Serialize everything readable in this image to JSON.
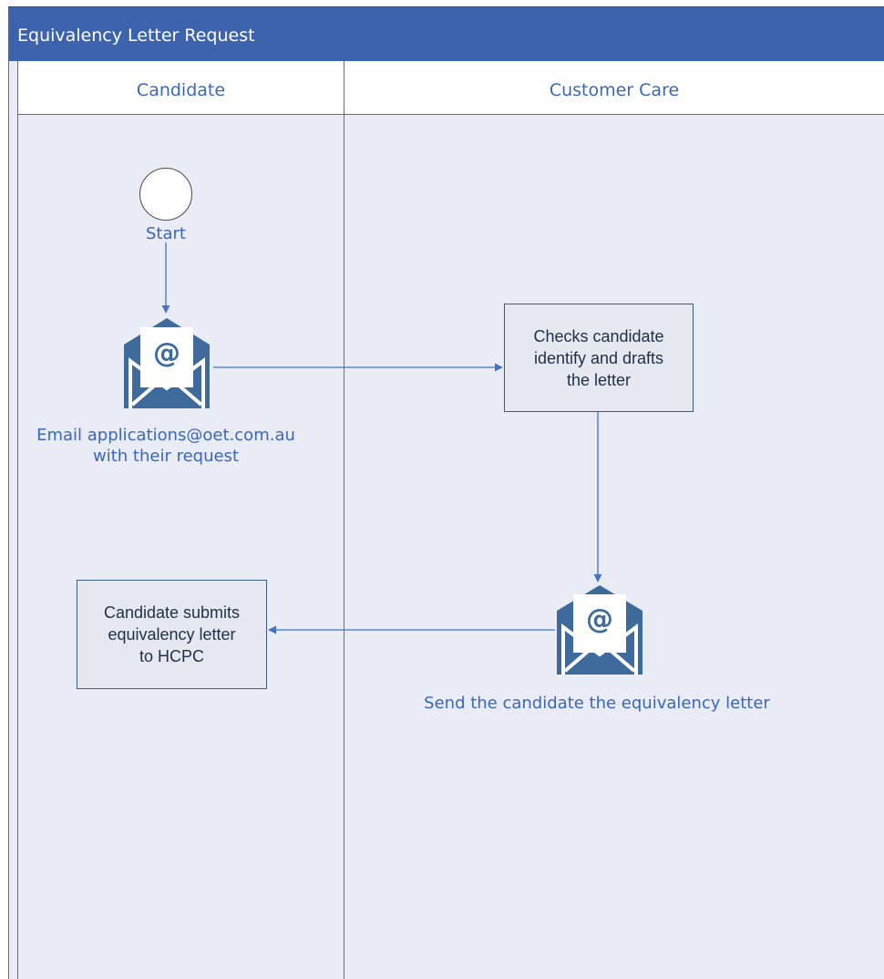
{
  "title": "Equivalency Letter Request",
  "lanes": [
    {
      "label": "Candidate"
    },
    {
      "label": "Customer Care"
    }
  ],
  "nodes": {
    "start": {
      "label": "Start"
    },
    "email_request": {
      "line1": "Email applications@oet.com.au",
      "line2": "with their request",
      "icon": "envelope-at-icon"
    },
    "check_identity": {
      "line1": "Checks candidate",
      "line2": "identify and drafts",
      "line3": "the letter"
    },
    "send_letter": {
      "label": "Send the candidate the equivalency letter",
      "icon": "envelope-at-icon"
    },
    "submit_hcpc": {
      "line1": "Candidate submits",
      "line2": "equivalency letter",
      "line3": "to HCPC"
    }
  },
  "colors": {
    "title_bar": "#3d63ae",
    "lane_background": "#e9ebf5",
    "lines": "#4472c4",
    "icon": "#3f6b9c",
    "label_text": "#3a67b8"
  }
}
